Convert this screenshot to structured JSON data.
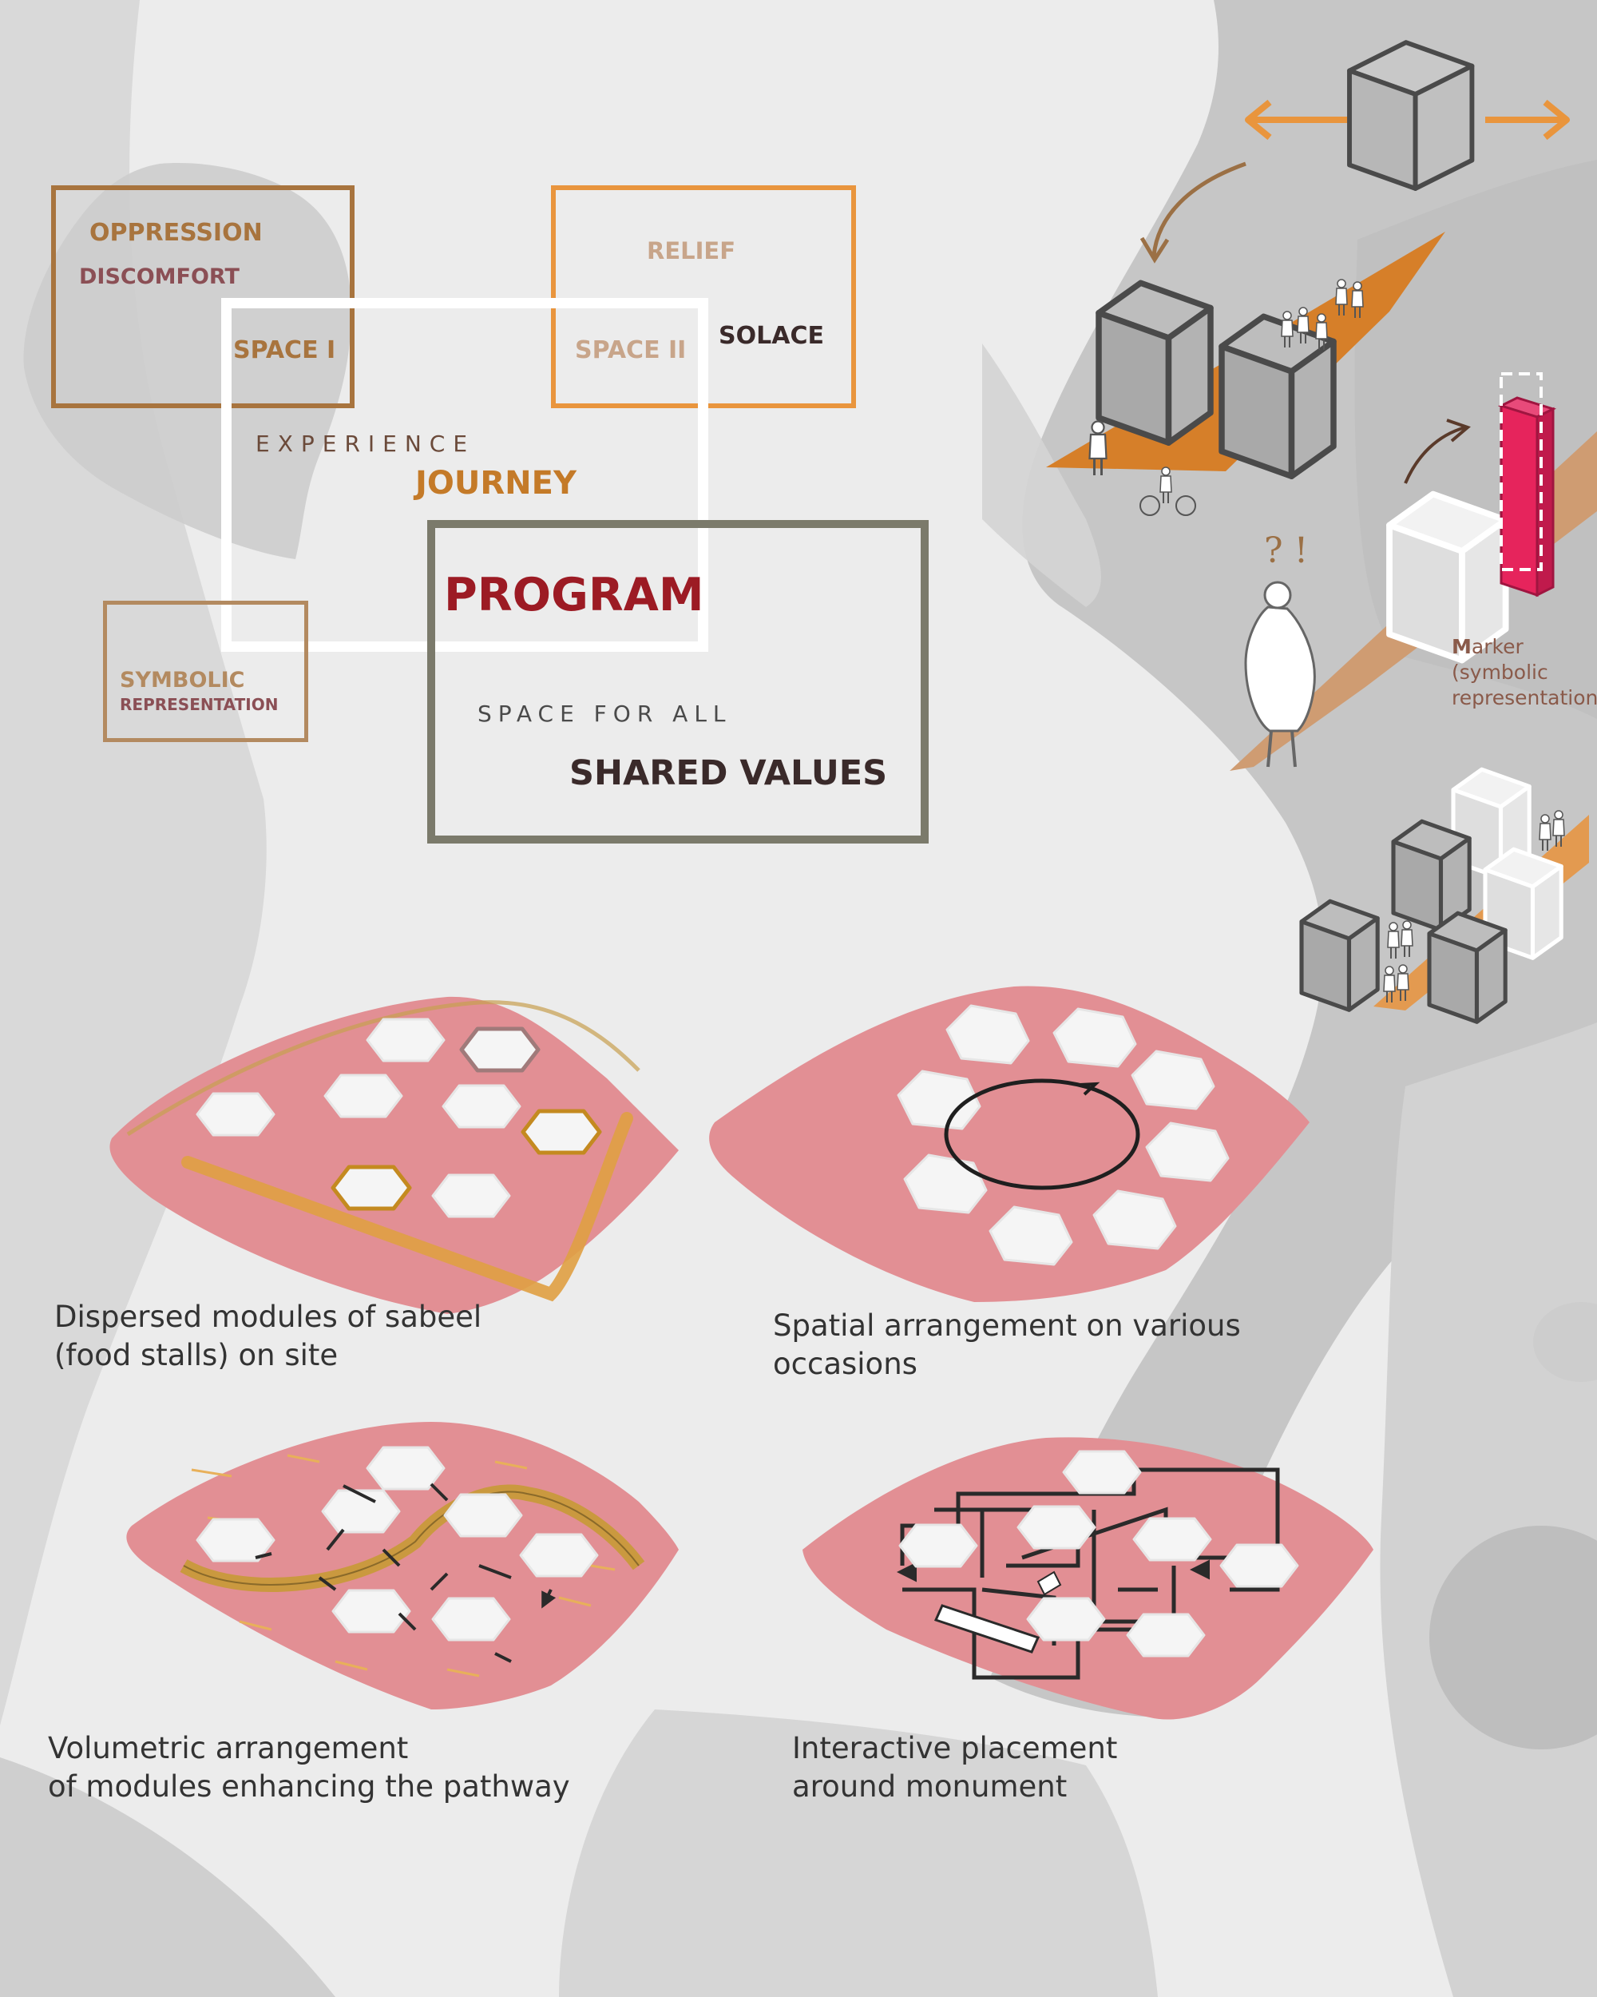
{
  "concept": {
    "oppression": "OPPRESSION",
    "discomfort": "DISCOMFORT",
    "space_one": "SPACE I",
    "relief": "RELIEF",
    "space_two": "SPACE II",
    "solace": "SOLACE",
    "experience": "EXPERIENCE",
    "journey": "JOURNEY",
    "program": "PROGRAM",
    "symbolic": "SYMBOLIC",
    "representation": "REPRESENTATION",
    "space_for_all": "SPACE FOR ALL",
    "shared_values": "SHARED VALUES"
  },
  "marker": {
    "bold_letter": "M",
    "rest_word": "arker",
    "line2": "(symbolic",
    "line3": "representation)"
  },
  "question_marks": "? !",
  "captions": {
    "c1_line1": "Dispersed modules of sabeel",
    "c1_line2": "(food stalls) on site",
    "c2_line1": "Spatial arrangement on various",
    "c2_line2": "occasions",
    "c3_line1": "Volumetric arrangement",
    "c3_line2": "of modules enhancing the pathway",
    "c4_line1": "Interactive placement",
    "c4_line2": "around monument"
  },
  "colors": {
    "brown": "#a8743e",
    "orange": "#e9953d",
    "maroon": "#9c1b24",
    "olive_gray": "#7b7a6b",
    "tan": "#b38a60",
    "pink_site": "#e28f94",
    "cube_gray": "#4a4a4a",
    "marker_pink": "#e6245c"
  }
}
